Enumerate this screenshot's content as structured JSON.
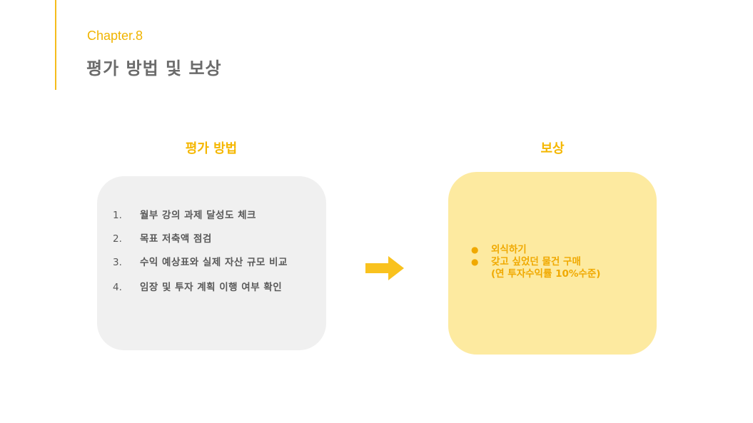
{
  "header": {
    "chapter": "Chapter.8",
    "title": "평가 방법 및 보상"
  },
  "evaluation": {
    "title": "평가 방법",
    "items": [
      {
        "num": "1.",
        "text": "월부 강의 과제 달성도 체크"
      },
      {
        "num": "2.",
        "text": "목표 저축액 점검"
      },
      {
        "num": "3.",
        "text": "수익 예상표와 실제 자산 규모 비교"
      },
      {
        "num": "4.",
        "text": "임장 및 투자 계획 이행 여부 확인"
      }
    ]
  },
  "reward": {
    "title": "보상",
    "items": [
      {
        "bullet": "●",
        "text": "외식하기"
      },
      {
        "bullet": "●",
        "text": "갖고 싶었던 물건 구매\n(연 투자수익률 10%수준)"
      }
    ]
  },
  "colors": {
    "accent": "#f5b700",
    "eval_box": "#f0f0f0",
    "reward_box": "#fdeaa0",
    "arrow": "#f9c21e"
  }
}
